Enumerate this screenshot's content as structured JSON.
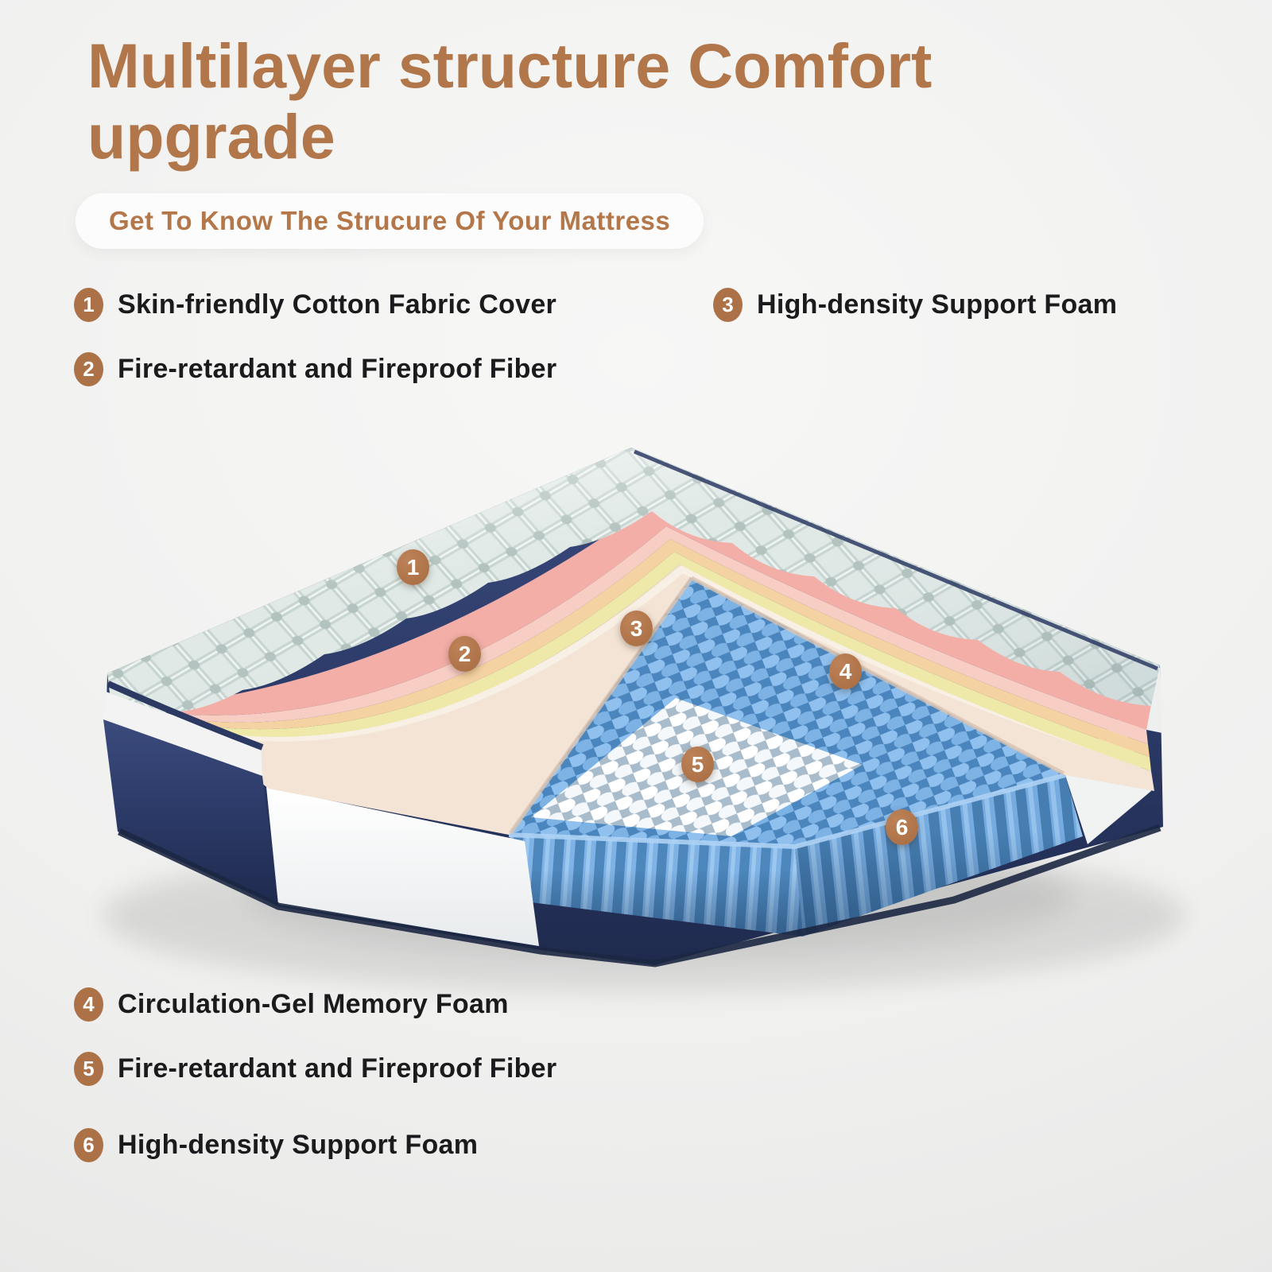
{
  "title": {
    "line1": "Multilayer structure Comfort",
    "line2": "upgrade"
  },
  "subtitle_pill": "Get To Know The Strucure Of Your Mattress",
  "legend_top": [
    {
      "number": "1",
      "label": "Skin-friendly Cotton Fabric Cover"
    },
    {
      "number": "2",
      "label": "Fire-retardant and Fireproof Fiber"
    },
    {
      "number": "3",
      "label": "High-density Support Foam"
    }
  ],
  "legend_bottom": [
    {
      "number": "4",
      "label": "Circulation-Gel Memory Foam"
    },
    {
      "number": "5",
      "label": "Fire-retardant and Fireproof Fiber"
    },
    {
      "number": "6",
      "label": "High-density Support Foam"
    }
  ],
  "callouts": [
    {
      "number": "1"
    },
    {
      "number": "2"
    },
    {
      "number": "3"
    },
    {
      "number": "4"
    },
    {
      "number": "5"
    },
    {
      "number": "6"
    }
  ],
  "colors": {
    "accent_brown": "#b1764a",
    "badge_brown": "#ad7148",
    "navy": "#2c3a66",
    "coil_blue": "#7db2e4",
    "quilt_gray": "#e0e9e6",
    "layer_pink": "#f2aea7",
    "layer_pink_light": "#f7cdc4",
    "layer_peach": "#f5d2a2",
    "layer_yellow": "#efe9a9",
    "layer_cream": "#f3e4d6",
    "text_dark": "#1b1b1d",
    "pill_bg": "#fcfcfc"
  }
}
